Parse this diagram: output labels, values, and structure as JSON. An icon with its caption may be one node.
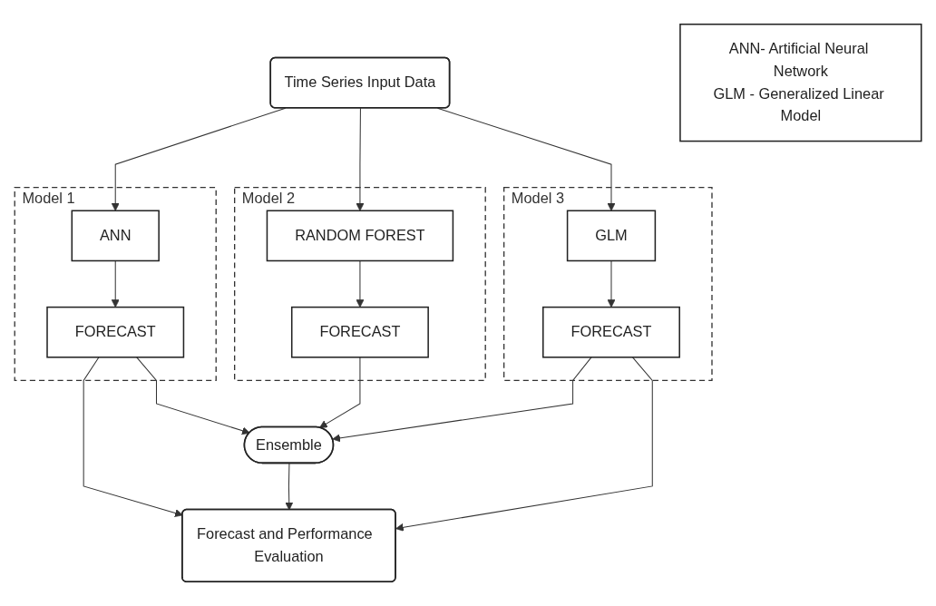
{
  "diagram": {
    "nodes": [
      {
        "text": [
          "ANN- Artificial Neural Network",
          "GLM - Generalized Linear Model"
        ]
      },
      {
        "text": [
          "Time Series Input Data"
        ]
      },
      {
        "text": [
          "Model 1"
        ]
      },
      {
        "text": [
          "ANN"
        ],
        "in": 2
      },
      {
        "text": [
          "FORECAST"
        ],
        "in": 2
      },
      {
        "text": [
          "Model 2"
        ]
      },
      {
        "text": [
          "RANDOM FOREST"
        ],
        "in": 5
      },
      {
        "text": [
          "FORECAST"
        ],
        "in": 5
      },
      {
        "text": [
          "Model 3"
        ]
      },
      {
        "text": [
          "GLM"
        ],
        "in": 8
      },
      {
        "text": [
          "FORECAST"
        ],
        "in": 8
      },
      {
        "text": [
          "Ensemble"
        ]
      },
      {
        "text": [
          "Forecast and Performance  Evaluation"
        ]
      }
    ],
    "edges": [
      {
        "from": 1,
        "to": 3,
        "arrow": "to"
      },
      {
        "from": 1,
        "to": 6,
        "arrow": "to"
      },
      {
        "from": 1,
        "to": 9,
        "arrow": "to"
      },
      {
        "from": 3,
        "to": 4,
        "arrow": "to"
      },
      {
        "from": 6,
        "to": 7,
        "arrow": "to"
      },
      {
        "from": 9,
        "to": 10,
        "arrow": "to"
      },
      {
        "from": 4,
        "to": 12,
        "arrow": "to"
      },
      {
        "from": 4,
        "to": 11,
        "arrow": "to"
      },
      {
        "from": 7,
        "to": 11,
        "arrow": "to"
      },
      {
        "from": 10,
        "to": 11,
        "arrow": "to"
      },
      {
        "from": 10,
        "to": 12,
        "arrow": "to"
      },
      {
        "from": 11,
        "to": 12,
        "arrow": "to"
      }
    ]
  }
}
